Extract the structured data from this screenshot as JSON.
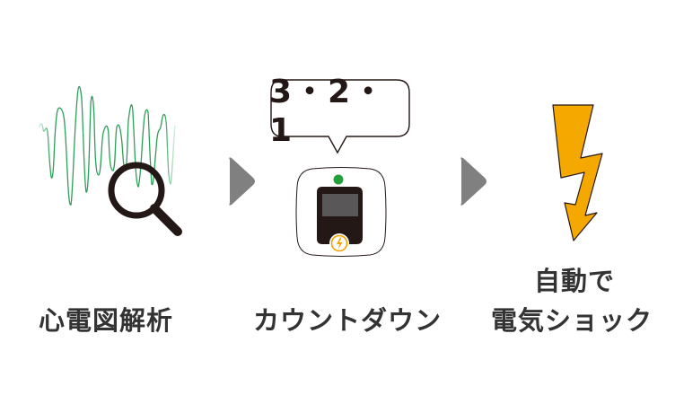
{
  "steps": [
    {
      "id": "ecg-analysis",
      "label": "心電図解析",
      "icon": "ecg-waveform-with-magnifier-icon",
      "colors": {
        "waveform": "#2e9e5b",
        "magnifier": "#231815"
      }
    },
    {
      "id": "countdown",
      "label": "カウントダウン",
      "icon": "aed-device-icon",
      "bubble_text": "3・2・1",
      "colors": {
        "status_led": "#23a03c",
        "screen_frame": "#231815",
        "screen": "#595757",
        "shock_button": "#f3a300"
      }
    },
    {
      "id": "auto-shock",
      "label_line1": "自動で",
      "label_line2": "電気ショック",
      "icon": "lightning-bolt-icon",
      "colors": {
        "bolt": "#f5a800"
      }
    }
  ],
  "arrows": {
    "icon": "triangle-right-icon",
    "color": "#808080"
  }
}
